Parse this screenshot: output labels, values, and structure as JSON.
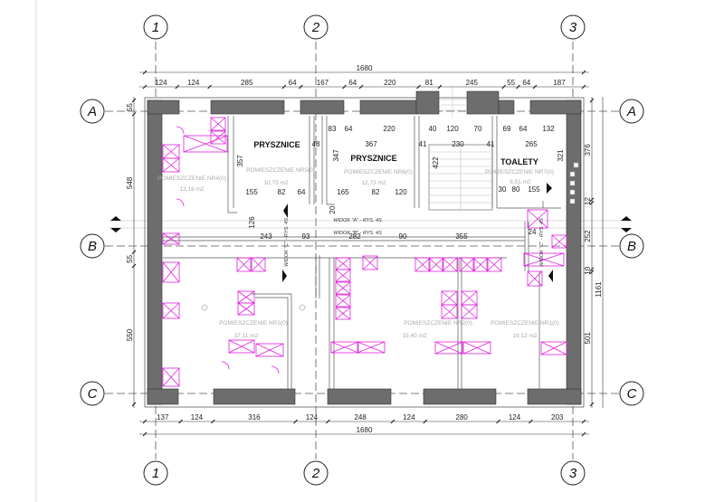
{
  "grid_axes": {
    "columns": [
      "1",
      "2",
      "3"
    ],
    "rows": [
      "A",
      "B",
      "C"
    ]
  },
  "dimensions": {
    "top_total": "1680",
    "top_chain": [
      "124",
      "124",
      "285",
      "64",
      "167",
      "64",
      "220",
      "81",
      "245",
      "55",
      "64",
      "187"
    ],
    "bottom_total": "1680",
    "bottom_chain": [
      "137",
      "124",
      "316",
      "124",
      "248",
      "124",
      "280",
      "124",
      "203"
    ],
    "left_chain": [
      "55",
      "548",
      "55",
      "550"
    ],
    "right_chain": [
      "376",
      "12",
      "252",
      "10",
      "501"
    ],
    "right_total": "1161",
    "interior": [
      "83",
      "64",
      "220",
      "40",
      "120",
      "70",
      "69",
      "64",
      "132",
      "48",
      "367",
      "41",
      "230",
      "41",
      "265",
      "357",
      "347",
      "422",
      "321",
      "155",
      "82",
      "64",
      "165",
      "82",
      "120",
      "30",
      "80",
      "155",
      "20",
      "126",
      "243",
      "93",
      "282",
      "90",
      "355",
      "24"
    ]
  },
  "rooms": [
    {
      "name": "PRYSZNICE",
      "number": "POMIESZCZENIE NR5(0)",
      "area": "10,75 m2"
    },
    {
      "name": "PRYSZNICE",
      "number": "POMIESZCZENIE NR6(0)",
      "area": "12,73 m2"
    },
    {
      "name": "TOALETY",
      "number": "POMIESZCZENIE NR7(0)",
      "area": "6,51 m2"
    },
    {
      "number": "POMIESZCZENIE NR4(0)",
      "area": "13,16 m2"
    },
    {
      "number": "POMIESZCZENIE NR3(0)",
      "area": "37,11 m2"
    },
    {
      "number": "POMIESZCZENIE NR2(0)",
      "area": "19,40 m2"
    },
    {
      "number": "POMIESZCZENIE NR1(0)",
      "area": "19,12 m2"
    }
  ],
  "views": {
    "a": "WIDOK \"A\" - RYS. 4S",
    "b": "WIDOK \"B\" - RYS. 4S",
    "c": "WIDOK \"C\" - RYS. 4S"
  }
}
